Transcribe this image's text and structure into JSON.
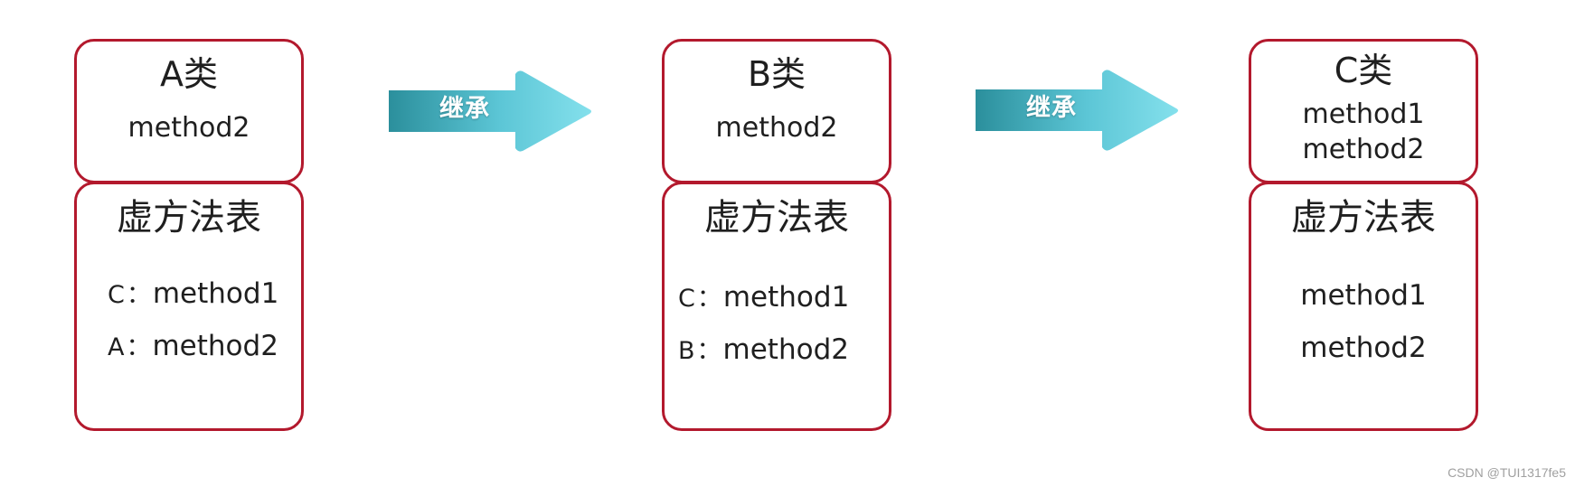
{
  "classes": [
    {
      "title": "A类",
      "methods": [
        "method2"
      ],
      "vtable": {
        "title": "虚方法表",
        "entries": [
          {
            "owner": "C",
            "sep": "：",
            "method": "method1"
          },
          {
            "owner": "A",
            "sep": "：",
            "method": "method2"
          }
        ]
      }
    },
    {
      "title": "B类",
      "methods": [
        "method2"
      ],
      "vtable": {
        "title": "虚方法表",
        "entries": [
          {
            "owner": "C",
            "sep": "：",
            "method": "method1"
          },
          {
            "owner": "B",
            "sep": "：",
            "method": "method2"
          }
        ]
      }
    },
    {
      "title": "C类",
      "methods": [
        "method1",
        "method2"
      ],
      "vtable": {
        "title": "虚方法表",
        "entries": [
          {
            "method": "method1"
          },
          {
            "method": "method2"
          }
        ]
      }
    }
  ],
  "arrows": [
    {
      "label": "继承"
    },
    {
      "label": "继承"
    }
  ],
  "colors": {
    "border": "#b3192d",
    "arrow_dark": "#2b8f9c",
    "arrow_light": "#7fdcea"
  },
  "watermark": "CSDN @TUI1317fe5"
}
